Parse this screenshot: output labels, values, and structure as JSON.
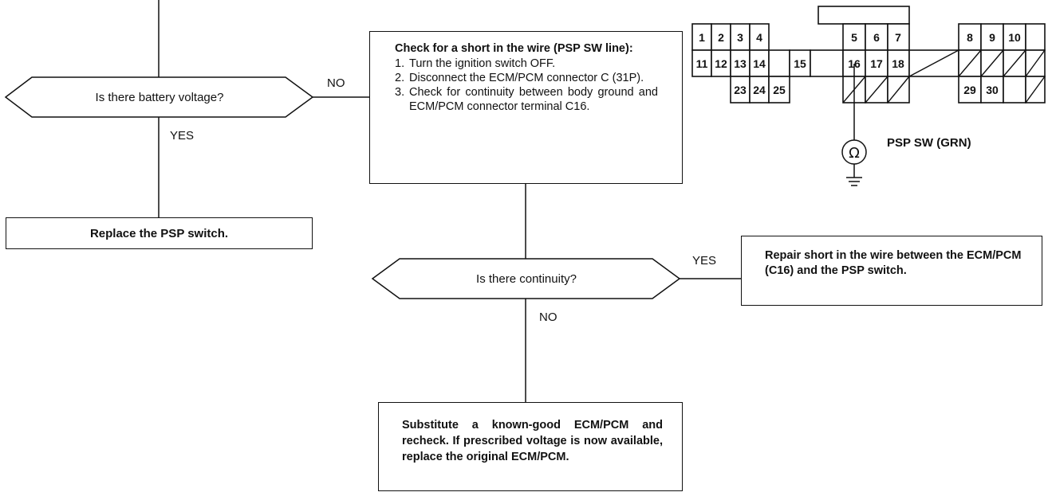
{
  "flow": {
    "q_battery": "Is there battery voltage?",
    "q_battery_yes": "YES",
    "q_battery_no": "NO",
    "replace_switch": "Replace the PSP switch.",
    "check_short": {
      "title": "Check for a short in the wire (PSP SW line):",
      "steps": [
        {
          "num": "1.",
          "text": "Turn the ignition switch OFF."
        },
        {
          "num": "2.",
          "text": "Disconnect the ECM/PCM connector C (31P)."
        },
        {
          "num": "3.",
          "text": "Check for continuity between body ground and ECM/PCM connector terminal C16."
        }
      ]
    },
    "q_continuity": "Is there continuity?",
    "q_continuity_yes": "YES",
    "q_continuity_no": "NO",
    "repair_short": "Repair short in the wire between the ECM/PCM (C16) and the PSP switch.",
    "substitute": "Substitute a known-good ECM/PCM and recheck. If prescribed voltage is now available, replace the original ECM/PCM."
  },
  "connector": {
    "label": "PSP SW (GRN)",
    "meter_symbol": "Ω",
    "pins": [
      "1",
      "2",
      "3",
      "4",
      "5",
      "6",
      "7",
      "8",
      "9",
      "10",
      "11",
      "12",
      "13",
      "14",
      "15",
      "16",
      "17",
      "18",
      "23",
      "24",
      "25",
      "29",
      "30"
    ]
  }
}
